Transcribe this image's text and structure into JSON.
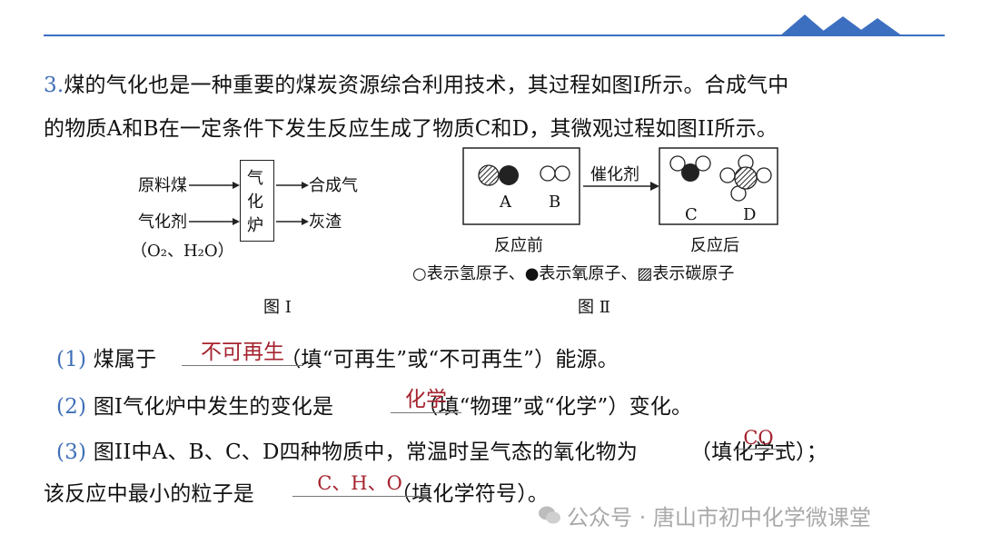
{
  "question": {
    "number": "3.",
    "line1": "煤的气化也是一种重要的煤炭资源综合利用技术，其过程如图I所示。合成气中",
    "line2": "的物质A和B在一定条件下发生反应生成了物质C和D，其微观过程如图II所示。"
  },
  "figure1": {
    "raw_coal": "原料煤",
    "gasifier": "气化炉",
    "gasifier_chars": [
      "气",
      "化",
      "炉"
    ],
    "gasifying_agent": "气化剂",
    "agent_formula": "（O₂、H₂O）",
    "syngas": "合成气",
    "ash": "灰渣",
    "caption": "图 Ⅰ"
  },
  "figure2": {
    "label_a": "A",
    "label_b": "B",
    "label_c": "C",
    "label_d": "D",
    "catalyst": "催化剂",
    "before": "反应前",
    "after": "反应后",
    "legend": "○表示氢原子、●表示氧原子、▨表示碳原子",
    "caption": "图 Ⅱ"
  },
  "sub_questions": [
    {
      "num": "(1)",
      "before": "煤属于",
      "answer": "不可再生",
      "after": "（填“可再生”或“不可再生”）能源。"
    },
    {
      "num": "(2)",
      "before": "图I气化炉中发生的变化是",
      "answer": "化学",
      "after": "（填“物理”或“化学”）变化。"
    },
    {
      "num": "(3)",
      "before": "图II中A、B、C、D四种物质中，常温时呈气态的氧化物为",
      "answer": "CO",
      "after": "（填化学式）；"
    },
    {
      "num": "",
      "before": "该反应中最小的粒子是",
      "answer": "C、H、O",
      "after": "（填化学符号）。"
    }
  ],
  "watermark": "公众号 · 唐山市初中化学微课堂",
  "colors": {
    "accent_blue": "#3c6fc0",
    "answer_red": "#a5232e",
    "number_blue": "#3f6fb8"
  }
}
